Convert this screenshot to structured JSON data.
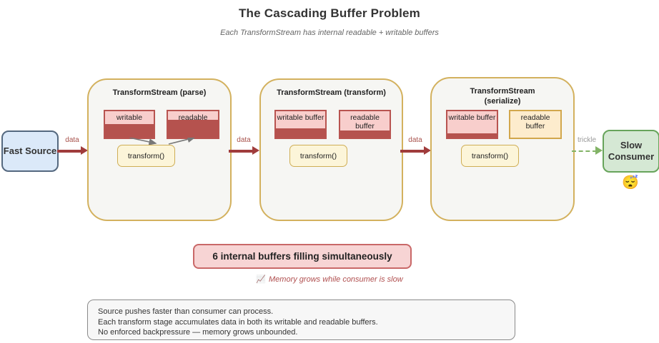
{
  "header": {
    "title": "The Cascading Buffer Problem",
    "subtitle": "Each TransformStream has internal readable + writable buffers"
  },
  "source": {
    "label": "Fast Source"
  },
  "consumer": {
    "label": "Slow Consumer",
    "emoji": "😴"
  },
  "flows": [
    {
      "label": "data"
    },
    {
      "label": "data"
    },
    {
      "label": "data"
    },
    {
      "label": "trickle"
    }
  ],
  "stages": [
    {
      "title": "TransformStream (parse)",
      "writable": {
        "label": "writable",
        "fill_pct": 52
      },
      "readable": {
        "label": "readable",
        "fill_pct": 68
      },
      "transform_label": "transform()"
    },
    {
      "title": "TransformStream (transform)",
      "writable": {
        "label": "writable buffer",
        "fill_pct": 36
      },
      "readable": {
        "label": "readable buffer",
        "fill_pct": 27
      },
      "transform_label": "transform()"
    },
    {
      "title": "TransformStream (serialize)",
      "writable": {
        "label": "writable buffer",
        "fill_pct": 17
      },
      "readable": {
        "label": "readable buffer",
        "fill_pct": 0
      },
      "transform_label": "transform()"
    }
  ],
  "banner": {
    "text": "6 internal buffers filling simultaneously"
  },
  "memory_note": {
    "emoji": "📈",
    "text": "Memory grows while consumer is slow"
  },
  "note_box": {
    "lines": [
      "Source pushes faster than consumer can process.",
      "Each transform stage accumulates data in both its writable and readable buffers.",
      "No enforced backpressure — memory grows unbounded."
    ]
  },
  "colors": {
    "buffer_bg": "#f8cecc",
    "buffer_border": "#b85450",
    "buffer_fill": "#b5524e",
    "empty_buffer_bg": "#fdeccd",
    "empty_buffer_border": "#d2a74c",
    "stage_border": "#d3b15e",
    "transform_bg": "#fcf5d9",
    "transform_border": "#cfae55",
    "source_bg": "#dbe9f9",
    "source_border": "#54687f",
    "consumer_bg": "#d5e8d4",
    "consumer_border": "#67a45b",
    "data_arrow": "#a03c3c",
    "trickle_arrow": "#82b366",
    "banner_bg": "#f7d4d4",
    "banner_border": "#c96868"
  }
}
